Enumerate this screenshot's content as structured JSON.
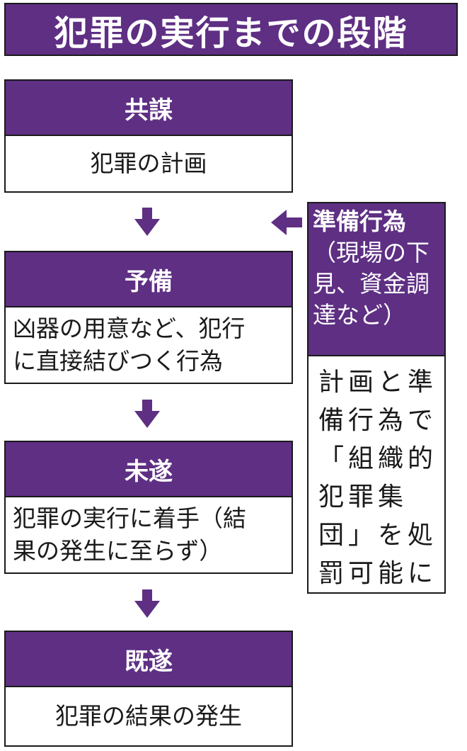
{
  "title": "犯罪の実行までの段階",
  "stages": [
    {
      "name": "共謀",
      "desc_lines": [
        "犯罪の計画"
      ]
    },
    {
      "name": "予備",
      "desc_lines": [
        "凶器の用意など、犯行",
        "に直接結びつく行為"
      ]
    },
    {
      "name": "未遂",
      "desc_lines": [
        "犯罪の実行に着手（結",
        "果の発生に至らず）"
      ]
    },
    {
      "name": "既遂",
      "desc_lines": [
        "犯罪の結果の発生"
      ]
    }
  ],
  "side": {
    "title": "準備行為",
    "detail_lines": [
      "（現場の下",
      "見、資金調",
      "達など）"
    ],
    "note_lines": [
      "計画と準",
      "備行為で",
      "「組織的",
      "犯罪集",
      "団」を処",
      "罰可能に"
    ]
  },
  "colors": {
    "accent": "#5e2f83",
    "text": "#1a1a1a",
    "background": "#ffffff"
  }
}
